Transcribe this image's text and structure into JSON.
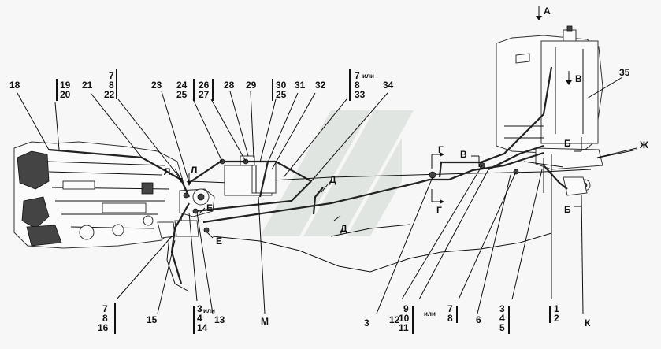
{
  "diagram": {
    "callouts": [
      {
        "id": "c18",
        "lines": [
          "18"
        ]
      },
      {
        "id": "c19",
        "lines": [
          "19",
          "20"
        ]
      },
      {
        "id": "c21",
        "lines": [
          "21"
        ]
      },
      {
        "id": "c7a",
        "lines": [
          "7",
          "8",
          "22"
        ]
      },
      {
        "id": "c23",
        "lines": [
          "23"
        ]
      },
      {
        "id": "c24",
        "lines": [
          "24",
          "25"
        ]
      },
      {
        "id": "c26",
        "lines": [
          "26",
          "27"
        ]
      },
      {
        "id": "c28",
        "lines": [
          "28"
        ]
      },
      {
        "id": "c29",
        "lines": [
          "29"
        ]
      },
      {
        "id": "c30",
        "lines": [
          "30",
          "25"
        ]
      },
      {
        "id": "c31",
        "lines": [
          "31"
        ]
      },
      {
        "id": "c32",
        "lines": [
          "32"
        ]
      },
      {
        "id": "c7b",
        "lines": [
          "7",
          "8",
          "33"
        ],
        "note": "или"
      },
      {
        "id": "c34",
        "lines": [
          "34"
        ]
      },
      {
        "id": "c35",
        "lines": [
          "35"
        ]
      },
      {
        "id": "c7c",
        "lines": [
          "7",
          "8",
          "16"
        ]
      },
      {
        "id": "c15",
        "lines": [
          "15"
        ]
      },
      {
        "id": "c3a",
        "lines": [
          "3",
          "4",
          "14"
        ],
        "note": "или"
      },
      {
        "id": "c13",
        "lines": [
          "13"
        ]
      },
      {
        "id": "cM",
        "lines": [
          "М"
        ]
      },
      {
        "id": "c3",
        "lines": [
          "3"
        ]
      },
      {
        "id": "c12",
        "lines": [
          "12"
        ]
      },
      {
        "id": "c9",
        "lines": [
          "9",
          "10",
          "11"
        ]
      },
      {
        "id": "c7d",
        "lines": [
          "7",
          "8"
        ],
        "note": "или"
      },
      {
        "id": "c6",
        "lines": [
          "6"
        ]
      },
      {
        "id": "c3b",
        "lines": [
          "3",
          "4",
          "5"
        ]
      },
      {
        "id": "c1",
        "lines": [
          "1",
          "2"
        ]
      },
      {
        "id": "cK",
        "lines": [
          "К"
        ]
      },
      {
        "id": "cZh",
        "lines": [
          "Ж"
        ]
      }
    ],
    "view_markers": {
      "A": "А",
      "B1": "В",
      "B2": "В",
      "G1": "Г",
      "G2": "Г",
      "Bb1": "Б",
      "Bb2": "Б",
      "L1": "Л",
      "L2": "Л",
      "E1": "Е",
      "E2": "Е",
      "D1": "Д",
      "D2": "Д"
    }
  }
}
